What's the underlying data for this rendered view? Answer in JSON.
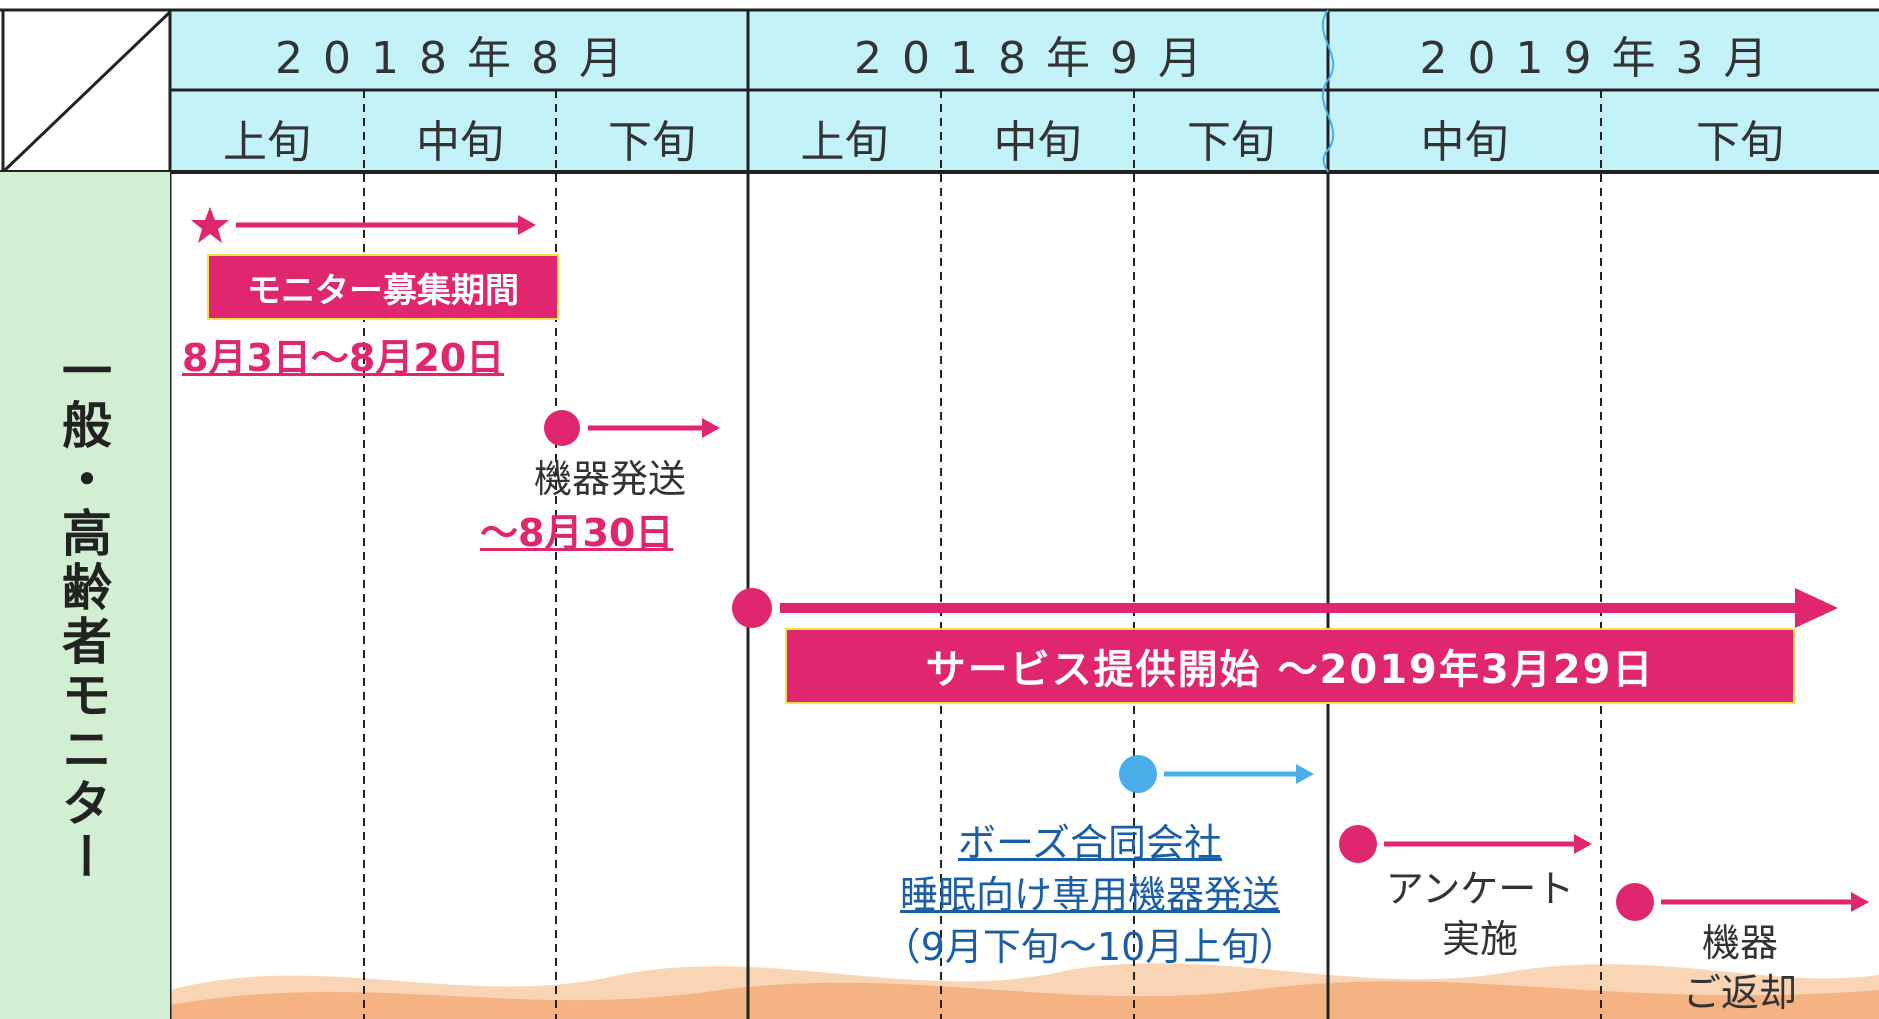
{
  "months": [
    {
      "label": "2018年8月"
    },
    {
      "label": "2018年9月"
    },
    {
      "label": "2019年3月"
    }
  ],
  "periods": [
    "上旬",
    "中旬",
    "下旬",
    "上旬",
    "中旬",
    "下旬",
    "中旬",
    "下旬"
  ],
  "row_label": "一般・高齢者モニター",
  "events": {
    "recruit": {
      "box": "モニター募集期間",
      "dates": "8月3日～8月20日"
    },
    "shipping": {
      "label": "機器発送",
      "date": "～8月30日"
    },
    "service": {
      "box": "サービス提供開始 ～2019年3月29日"
    },
    "bose": {
      "line1": "ボーズ合同会社",
      "line2": "睡眠向け専用機器発送",
      "line3": "（9月下旬～10月上旬）"
    },
    "survey": {
      "line1": "アンケート",
      "line2": "実施"
    },
    "return": {
      "line1": "機器",
      "line2": "ご返却"
    }
  },
  "colors": {
    "header_bg": "#c4f2f9",
    "row_label_bg": "#d3efd3",
    "accent_pink": "#e0266f",
    "accent_blue": "#4aaeea",
    "box_border": "#f4e04d"
  },
  "icons": [
    "star-icon",
    "dot-icon",
    "arrow-icon",
    "break-wave-icon"
  ]
}
